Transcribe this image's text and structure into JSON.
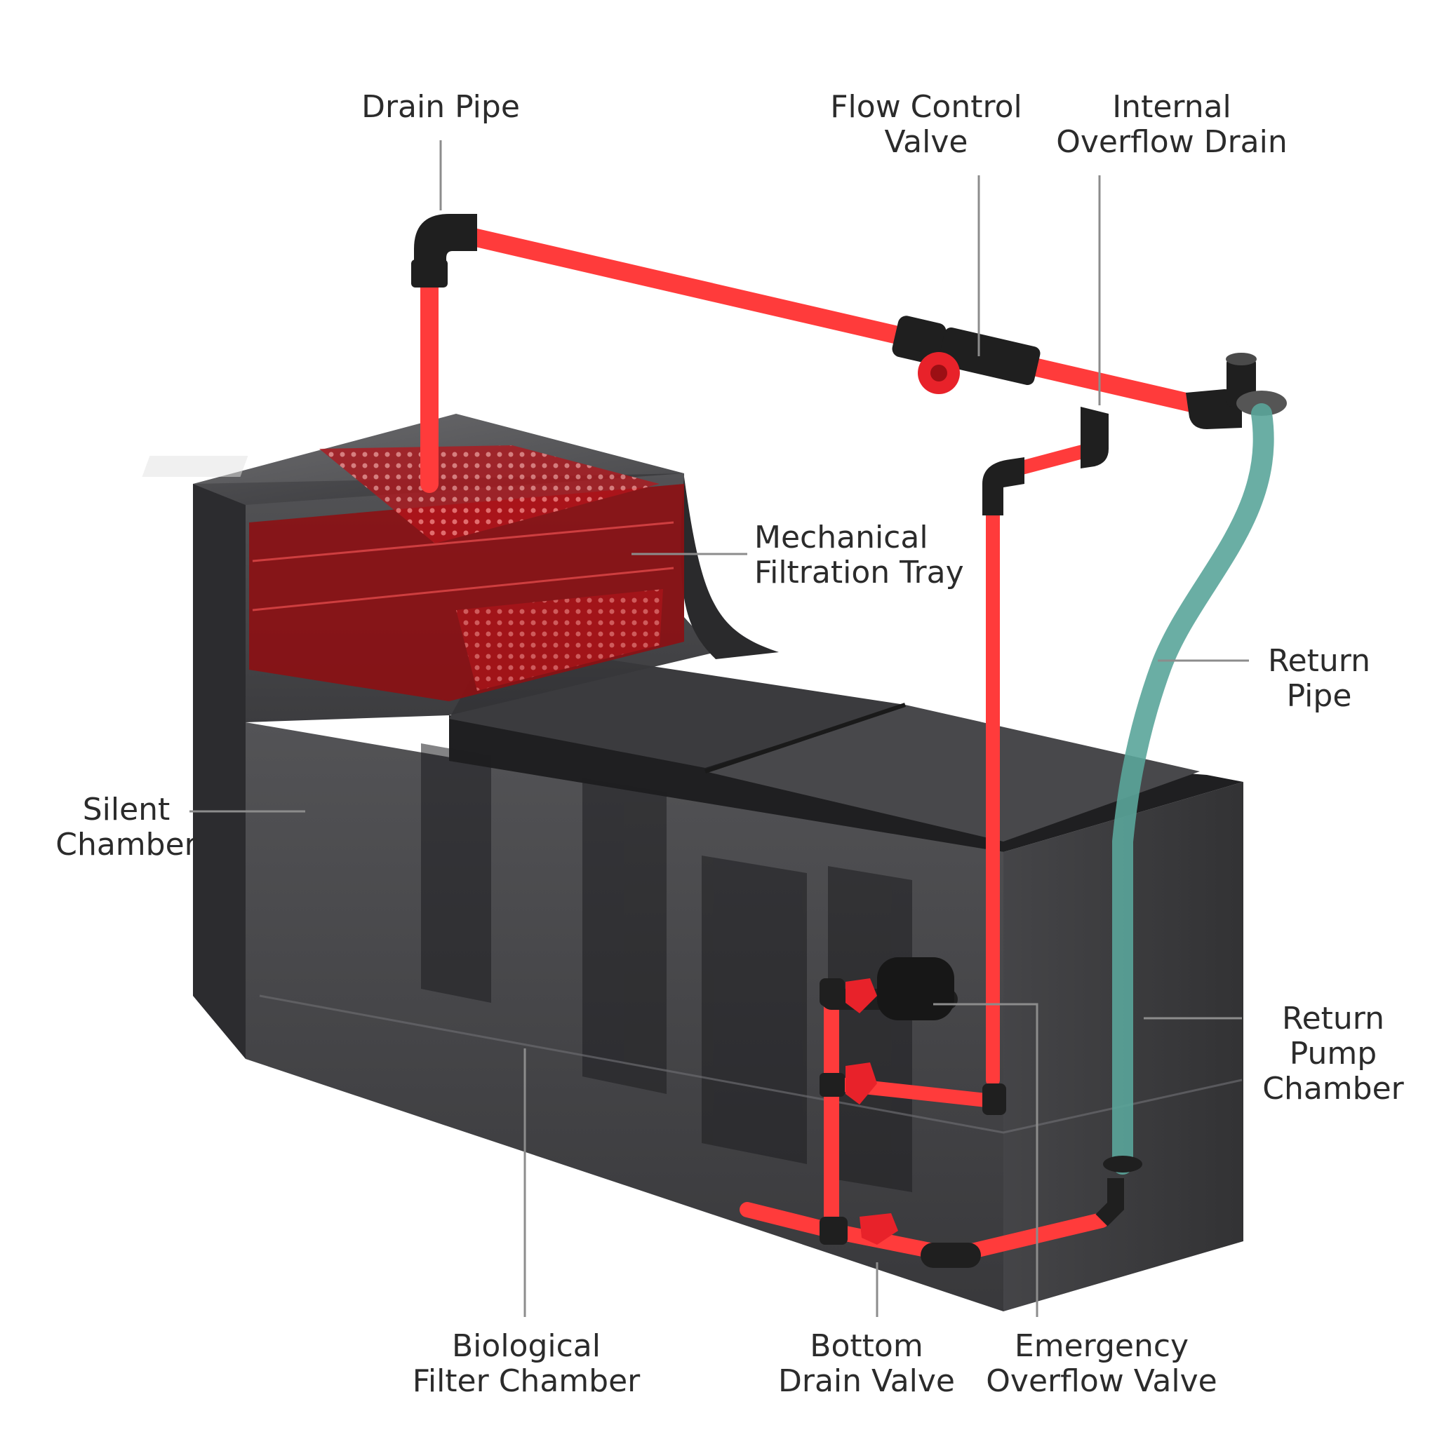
{
  "colors": {
    "pipe": "#ff3b3b",
    "fitting": "#1f1f1f",
    "tank": "#3a3a3c",
    "return_hose": "#5aa59a",
    "leader": "#8c8c8c",
    "text": "#2b2b2b"
  },
  "labels": {
    "drain_pipe": {
      "line1": "Drain Pipe"
    },
    "flow_control_valve": {
      "line1": "Flow Control",
      "line2": "Valve"
    },
    "internal_overflow_drain": {
      "line1": "Internal",
      "line2": "Overflow Drain"
    },
    "mechanical_filtration_tray": {
      "line1": "Mechanical",
      "line2": "Filtration Tray"
    },
    "return_pipe": {
      "line1": "Return",
      "line2": "Pipe"
    },
    "silent_chamber": {
      "line1": "Silent",
      "line2": "Chamber"
    },
    "return_pump_chamber": {
      "line1": "Return",
      "line2": "Pump",
      "line3": "Chamber"
    },
    "biological_filter_chamber": {
      "line1": "Biological",
      "line2": "Filter Chamber"
    },
    "bottom_drain_valve": {
      "line1": "Bottom",
      "line2": "Drain Valve"
    },
    "emergency_overflow_valve": {
      "line1": "Emergency",
      "line2": "Overflow Valve"
    }
  }
}
